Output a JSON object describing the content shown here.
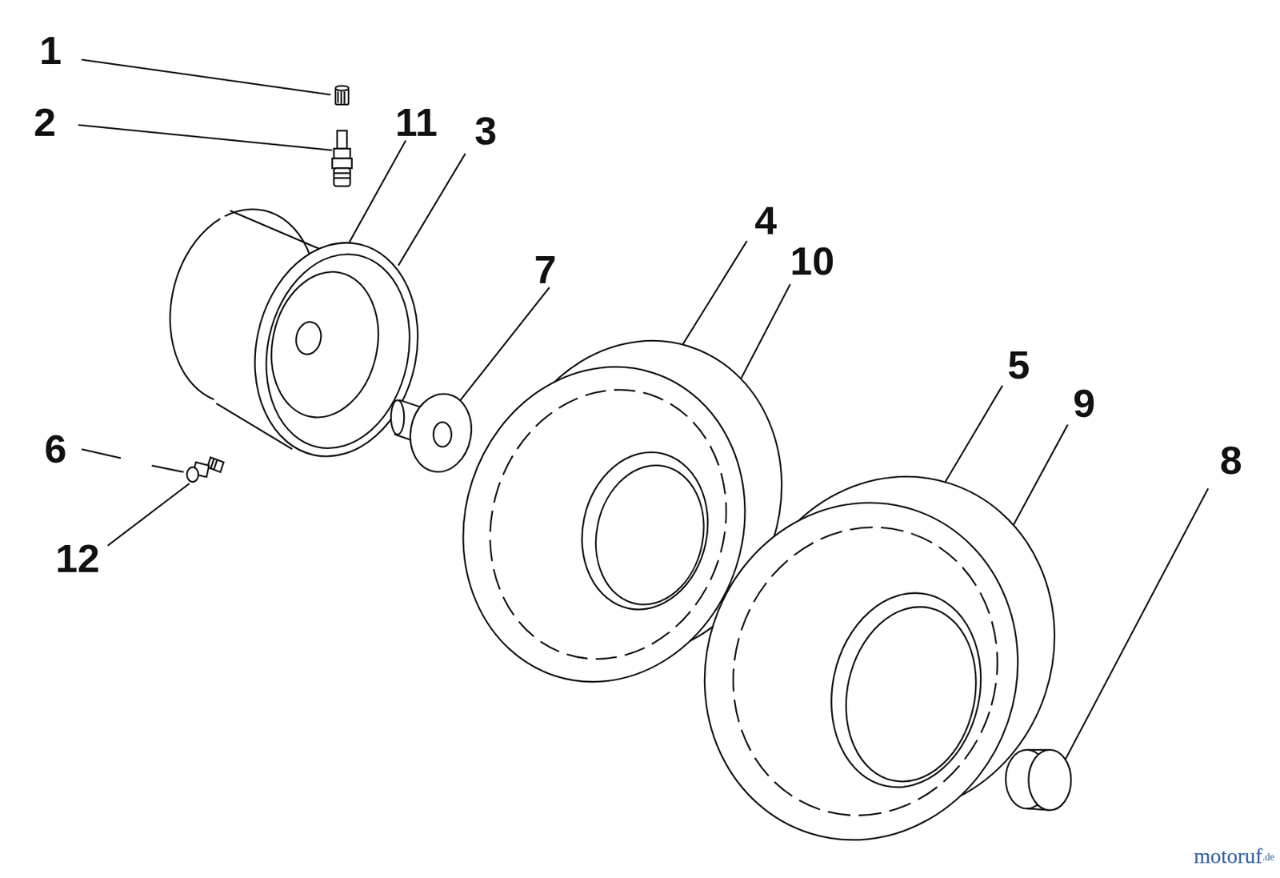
{
  "diagram": {
    "labels": [
      "1",
      "2",
      "11",
      "3",
      "4",
      "10",
      "7",
      "5",
      "9",
      "8",
      "6",
      "12",
      "motoruf",
      ".de"
    ]
  }
}
